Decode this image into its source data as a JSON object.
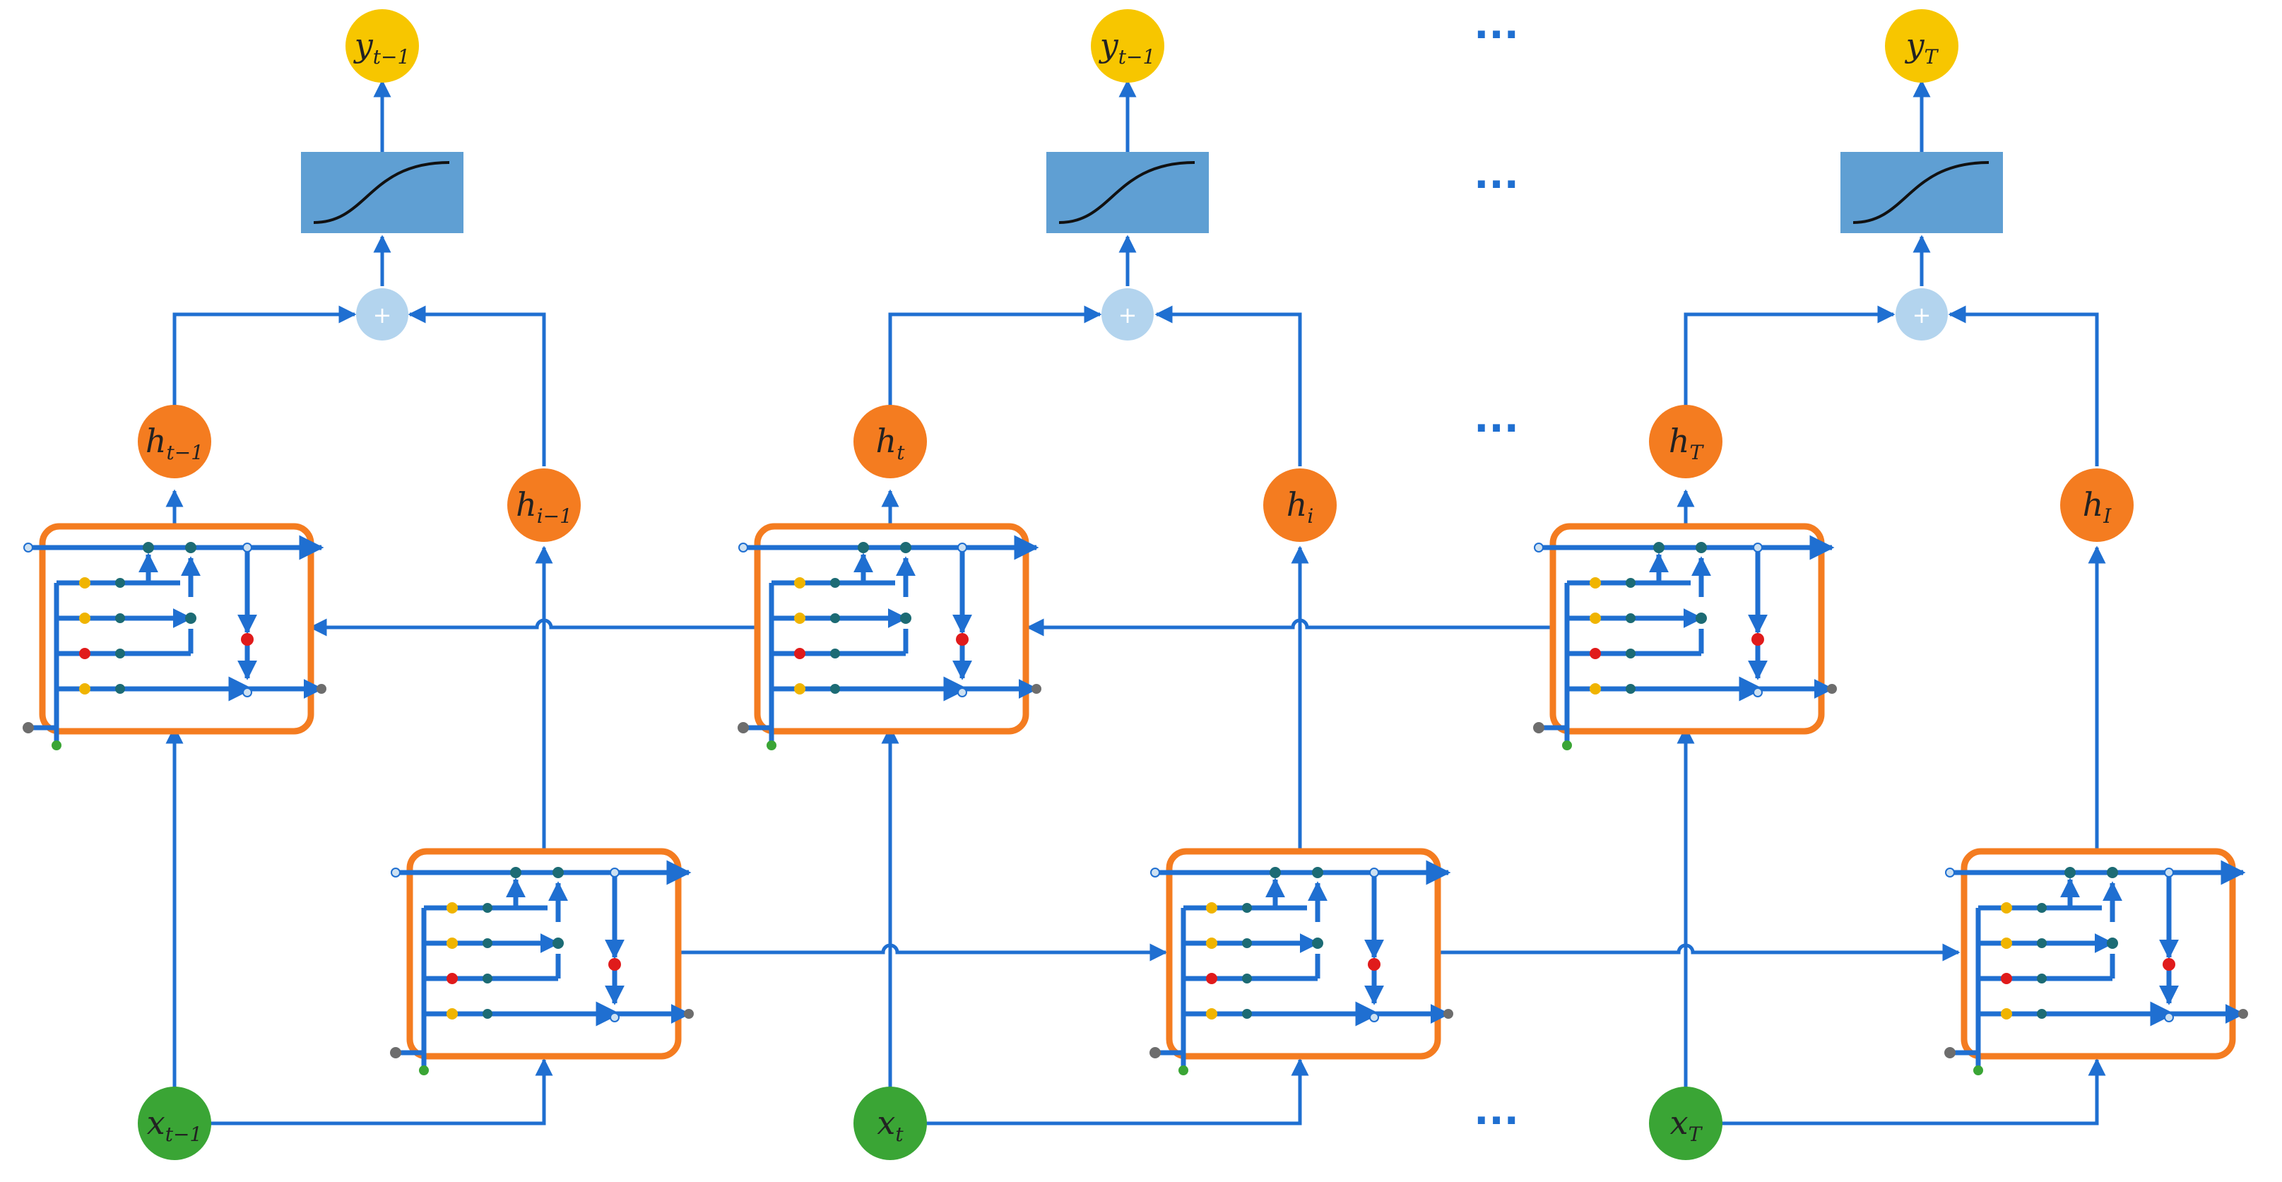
{
  "colors": {
    "arrow": "#1f6fd1",
    "output_node": "#f7c600",
    "hidden_node": "#f47c20",
    "input_node": "#3aa535",
    "sigmoid_box": "#5f9fd3",
    "sum_node": "#b3d4ee",
    "cell_border": "#f47c20",
    "gate_yellow": "#f0b400",
    "gate_red": "#e01b1b",
    "gate_teal": "#1c6b74",
    "gate_grey": "#6d6d6d",
    "gate_green": "#3aa535"
  },
  "icons": {
    "sum": "plus-icon",
    "activation": "sigmoid-curve-icon"
  },
  "outputs": [
    {
      "base": "y",
      "sub": "t−1"
    },
    {
      "base": "y",
      "sub": "t−1"
    },
    {
      "base": "y",
      "sub": "T"
    }
  ],
  "sum_symbol": "+",
  "forward_hidden": [
    {
      "base": "h",
      "sub": "t−1"
    },
    {
      "base": "h",
      "sub": "t"
    },
    {
      "base": "h",
      "sub": "T"
    }
  ],
  "backward_hidden": [
    {
      "base": "h",
      "sub": "i−1"
    },
    {
      "base": "h",
      "sub": "i"
    },
    {
      "base": "h",
      "sub": "I"
    }
  ],
  "inputs": [
    {
      "base": "x",
      "sub": "t−1"
    },
    {
      "base": "x",
      "sub": "t"
    },
    {
      "base": "x",
      "sub": "T"
    }
  ],
  "ellipses": [
    "···",
    "···",
    "···",
    "···"
  ]
}
